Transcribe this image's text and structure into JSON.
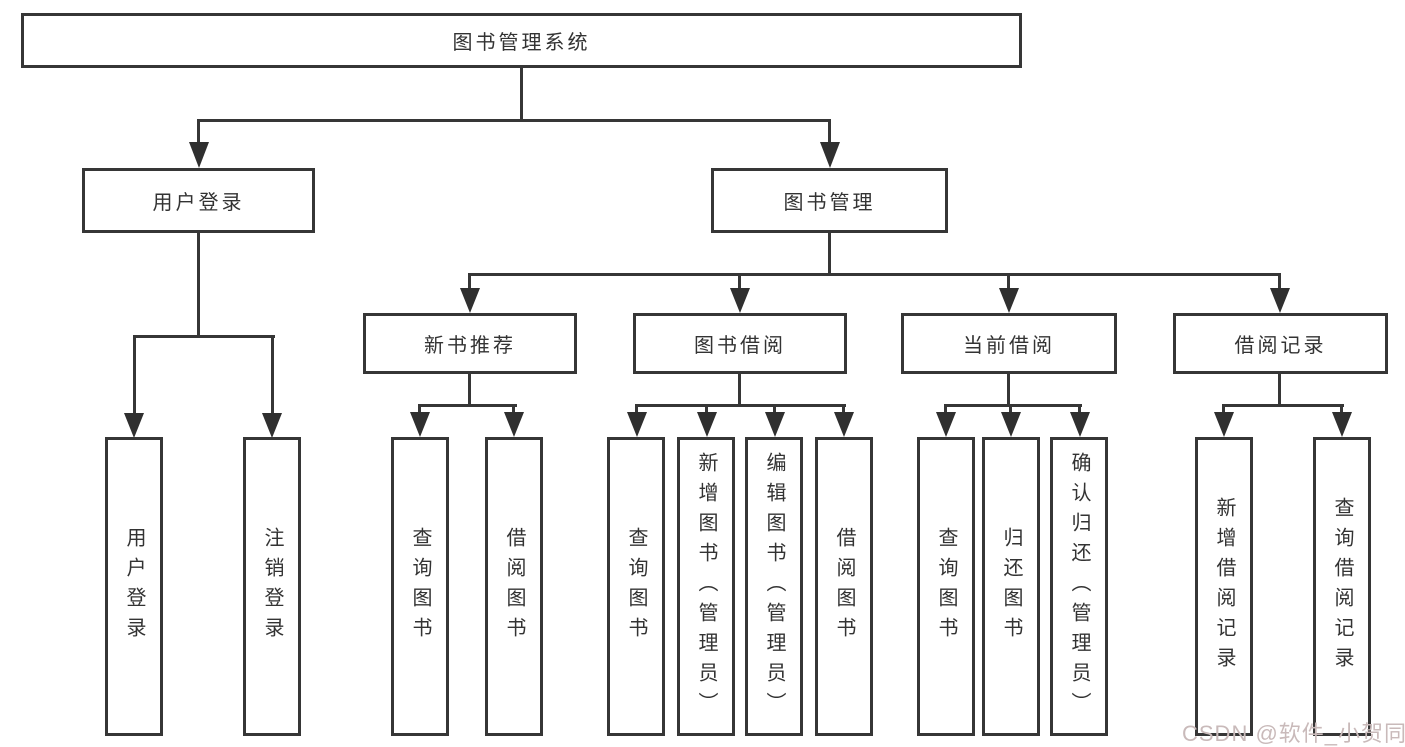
{
  "diagram": {
    "root": {
      "label": "图书管理系统"
    },
    "level2": [
      {
        "label": "用户登录"
      },
      {
        "label": "图书管理"
      }
    ],
    "level3": [
      {
        "label": "新书推荐"
      },
      {
        "label": "图书借阅"
      },
      {
        "label": "当前借阅"
      },
      {
        "label": "借阅记录"
      }
    ],
    "leaves": {
      "user_login": [
        {
          "label": "用户登录"
        },
        {
          "label": "注销登录"
        }
      ],
      "new_book_recommend": [
        {
          "label": "查询图书"
        },
        {
          "label": "借阅图书"
        }
      ],
      "book_borrow": [
        {
          "label": "查询图书"
        },
        {
          "label": "新增图书（管理员）"
        },
        {
          "label": "编辑图书（管理员）"
        },
        {
          "label": "借阅图书"
        }
      ],
      "current_borrow": [
        {
          "label": "查询图书"
        },
        {
          "label": "归还图书"
        },
        {
          "label": "确认归还（管理员）"
        }
      ],
      "borrow_records": [
        {
          "label": "新增借阅记录"
        },
        {
          "label": "查询借阅记录"
        }
      ]
    }
  },
  "watermark": {
    "text": "CSDN @软件_小贺同学"
  },
  "colors": {
    "line": "#363636",
    "box_border": "#363636",
    "text": "#333333",
    "watermark": "#c9baba",
    "background": "#ffffff"
  }
}
